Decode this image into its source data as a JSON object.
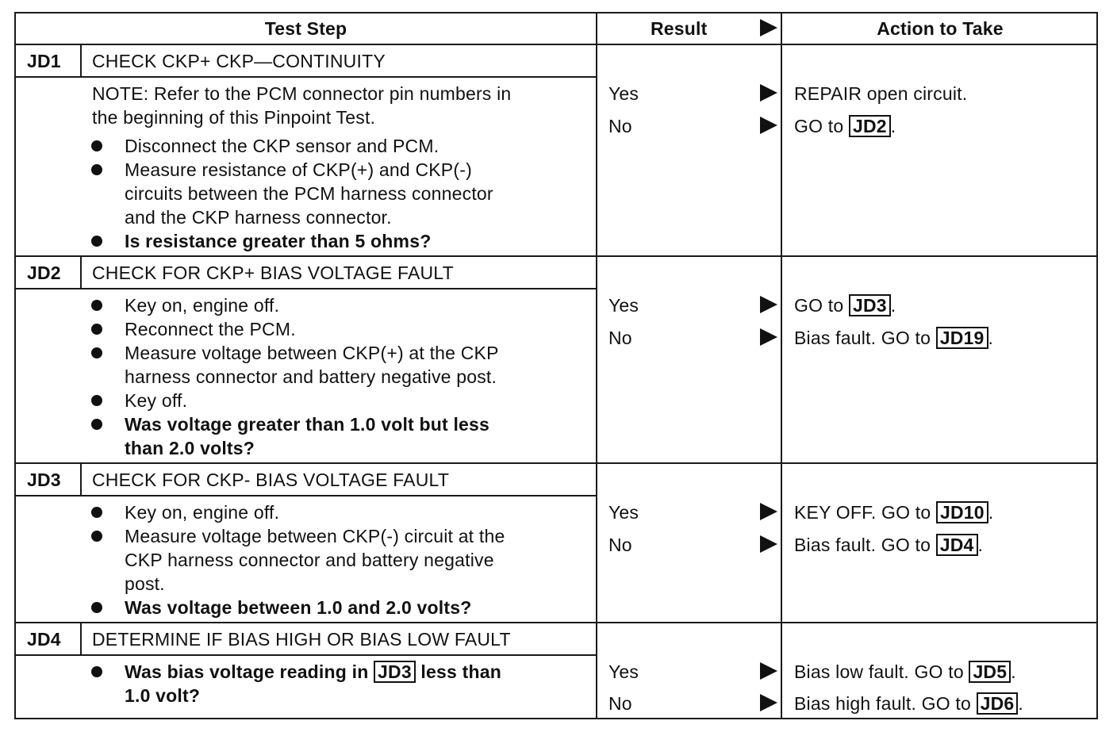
{
  "header": {
    "test_step": "Test Step",
    "result": "Result",
    "action": "Action to Take"
  },
  "steps": [
    {
      "id": "JD1",
      "title": "CHECK CKP+ CKP—CONTINUITY",
      "note_lines": [
        "NOTE: Refer to the PCM connector pin numbers in",
        "the beginning of this Pinpoint Test."
      ],
      "bullets": [
        {
          "lines": [
            "Disconnect the CKP sensor and PCM."
          ]
        },
        {
          "lines": [
            "Measure resistance of CKP(+) and CKP(-)",
            "circuits between the PCM harness connector",
            "and the CKP harness connector."
          ]
        },
        {
          "lines": [
            "Is resistance greater than 5 ohms?"
          ]
        }
      ],
      "results": [
        {
          "label": "Yes",
          "action": "REPAIR open circuit."
        },
        {
          "label": "No",
          "action_prefix": "GO to ",
          "ref": "JD2",
          "action_suffix": "."
        }
      ]
    },
    {
      "id": "JD2",
      "title": "CHECK FOR CKP+ BIAS VOLTAGE FAULT",
      "bullets": [
        {
          "lines": [
            "Key on, engine off."
          ]
        },
        {
          "lines": [
            "Reconnect the PCM."
          ]
        },
        {
          "lines": [
            "Measure voltage between CKP(+) at the CKP",
            "harness connector and battery negative post."
          ]
        },
        {
          "lines": [
            "Key off."
          ]
        },
        {
          "lines": [
            "Was voltage greater than 1.0 volt but less",
            "than 2.0 volts?"
          ]
        }
      ],
      "results": [
        {
          "label": "Yes",
          "action_prefix": "GO to ",
          "ref": "JD3",
          "action_suffix": "."
        },
        {
          "label": "No",
          "action_prefix": "Bias fault. GO to ",
          "ref": "JD19",
          "action_suffix": "."
        }
      ]
    },
    {
      "id": "JD3",
      "title": "CHECK FOR CKP- BIAS VOLTAGE FAULT",
      "bullets": [
        {
          "lines": [
            "Key on, engine off."
          ]
        },
        {
          "lines": [
            "Measure voltage between CKP(-) circuit at the",
            "CKP harness connector and battery negative",
            "post."
          ]
        },
        {
          "lines": [
            "Was voltage between 1.0 and 2.0 volts?"
          ]
        }
      ],
      "results": [
        {
          "label": "Yes",
          "action_prefix": "KEY OFF. GO to ",
          "ref": "JD10",
          "action_suffix": "."
        },
        {
          "label": "No",
          "action_prefix": "Bias fault. GO to ",
          "ref": "JD4",
          "action_suffix": "."
        }
      ]
    },
    {
      "id": "JD4",
      "title": "DETERMINE IF BIAS HIGH OR BIAS LOW FAULT",
      "bullets": [
        {
          "prefix": "Was bias voltage reading in ",
          "ref": "JD3",
          "suffix": " less than",
          "line2": "1.0 volt?"
        }
      ],
      "results": [
        {
          "label": "Yes",
          "action_prefix": "Bias low fault. GO to ",
          "ref": "JD5",
          "action_suffix": "."
        },
        {
          "label": "No",
          "action_prefix": "Bias high fault. GO to ",
          "ref": "JD6",
          "action_suffix": "."
        }
      ]
    }
  ]
}
